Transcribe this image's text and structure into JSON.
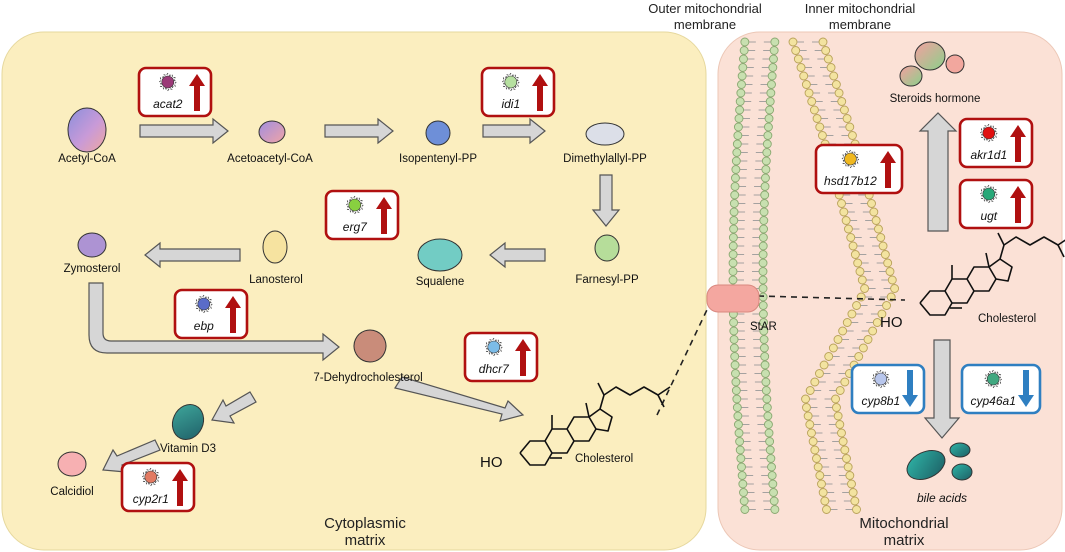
{
  "regions": {
    "cytoplasm_line1": "Cytoplasmic",
    "cytoplasm_line2": "matrix",
    "mito_line1": "Mitochondrial",
    "mito_line2": "matrix",
    "outer_membrane_line1": "Outer mitochondrial",
    "outer_membrane_line2": "membrane",
    "inner_membrane_line1": "Inner mitochondrial",
    "inner_membrane_line2": "membrane"
  },
  "molecules": {
    "acetyl_coa": "Acetyl-CoA",
    "acetoacetyl_coa": "Acetoacetyl-CoA",
    "isopentenyl_pp": "Isopentenyl-PP",
    "dimethylallyl_pp": "Dimethylallyl-PP",
    "farnesyl_pp": "Farnesyl-PP",
    "squalene": "Squalene",
    "lanosterol": "Lanosterol",
    "zymosterol": "Zymosterol",
    "dehydrocholesterol": "7-Dehydrocholesterol",
    "cholesterol_cyto": "Cholesterol",
    "vitamin_d3": "Vitamin D3",
    "calcidiol": "Calcidiol",
    "steroids_hormone": "Steroids hormone",
    "cholesterol_mito": "Cholesterol",
    "bile_acids": "bile acids",
    "star": "StAR",
    "ho_cyto": "HO",
    "ho_mito": "HO"
  },
  "genes_up": {
    "acat2": "acat2",
    "idi1": "idi1",
    "erg7": "erg7",
    "ebp": "ebp",
    "dhcr7": "dhcr7",
    "cyp2r1": "cyp2r1",
    "hsd17b12": "hsd17b12",
    "akr1d1": "akr1d1",
    "ugt": "ugt"
  },
  "genes_down": {
    "cyp8b1": "cyp8b1",
    "cyp46a1": "cyp46a1"
  },
  "regulation": {
    "up_color": "#b01010",
    "down_color": "#2f7fc1"
  },
  "colors": {
    "cytoplasm_bg": "#fbeebf",
    "mito_bg": "#fbe1d6",
    "outer_membrane": "#c8e0b0",
    "inner_membrane": "#f3e3a0",
    "arrow_fill": "#d6d6d6",
    "star": "#f4a7a0"
  },
  "icons": {
    "enzyme": "enzyme-icon",
    "up": "up-arrow-icon",
    "down": "down-arrow-icon"
  }
}
